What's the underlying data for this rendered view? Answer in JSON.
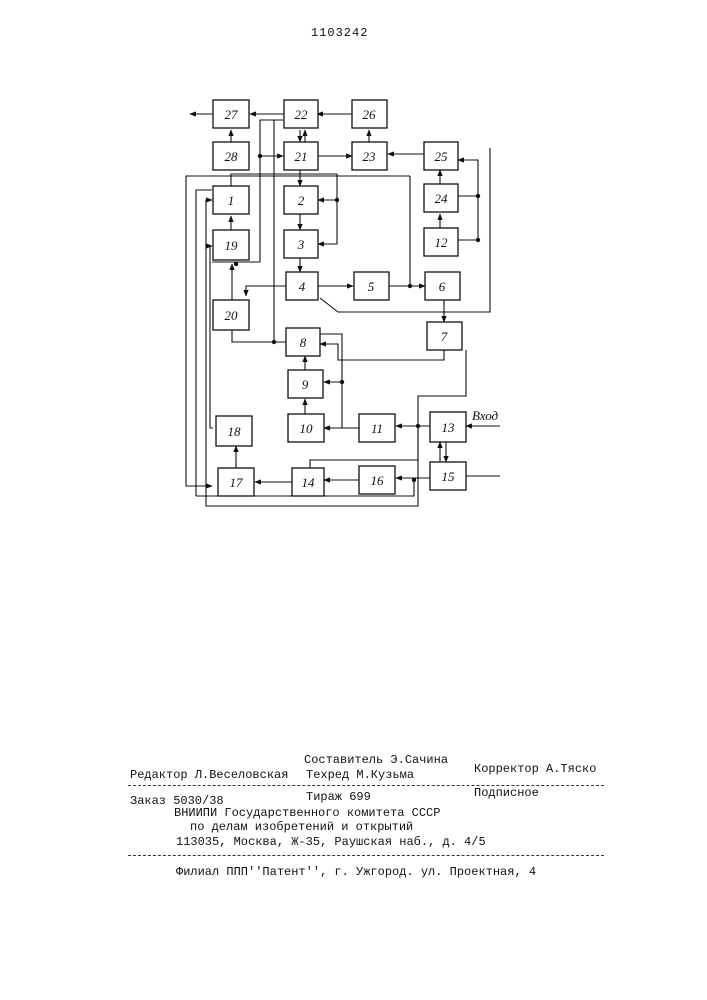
{
  "patent_number": "1103242",
  "diagram": {
    "input_label": "Вход",
    "blocks": [
      "1",
      "2",
      "3",
      "4",
      "5",
      "6",
      "7",
      "8",
      "9",
      "10",
      "11",
      "12",
      "13",
      "14",
      "15",
      "16",
      "17",
      "18",
      "19",
      "20",
      "21",
      "22",
      "23",
      "24",
      "25",
      "26",
      "27",
      "28"
    ]
  },
  "footer": {
    "editor": "Редактор Л.Веселовская",
    "compiler": "Составитель Э.Сачина",
    "techred": "Техред М.Кузьма",
    "corrector": "Корректор А.Тяско",
    "order": "Заказ 5030/38",
    "circulation": "Тираж 699",
    "subscription": "Подписное",
    "org_line1": "ВНИИПИ Государственного комитета СССР",
    "org_line2": "по делам изобретений и открытий",
    "address": "113035, Москва, Ж-35, Раушская наб., д. 4/5",
    "branch": "Филиал ППП''Патент'', г. Ужгород. ул. Проектная, 4"
  }
}
